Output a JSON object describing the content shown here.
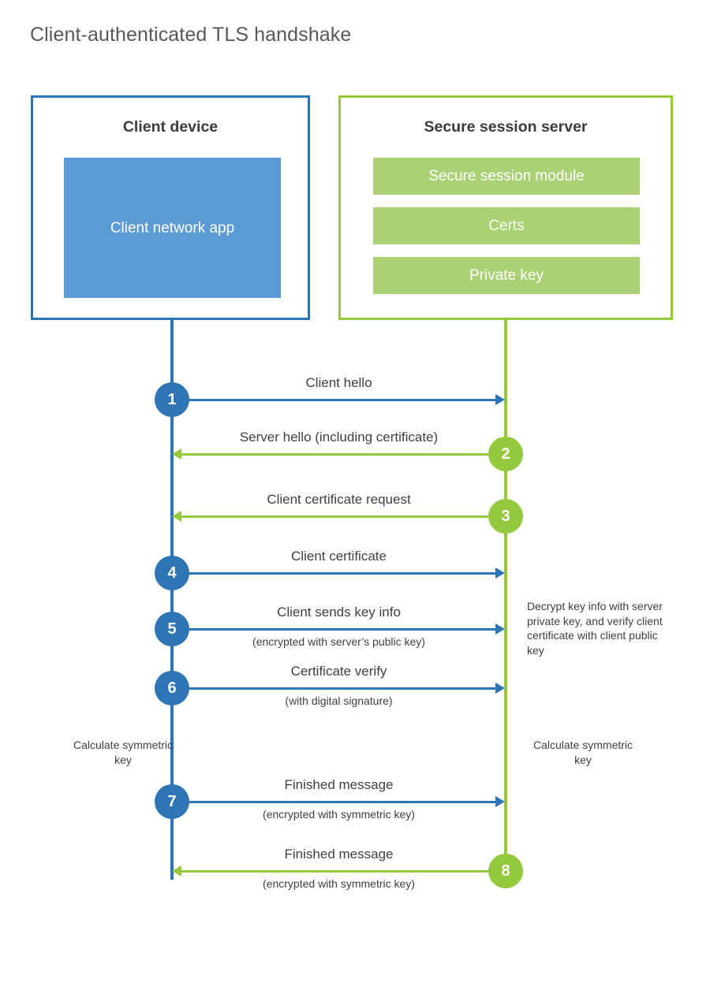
{
  "title": "Client-authenticated TLS handshake",
  "colors": {
    "client_blue": "#2e75b6",
    "client_app_fill": "#5b9bd5",
    "server_green": "#94c83d",
    "server_block_fill": "#aad173",
    "title_text": "#585858",
    "body_text": "#404040",
    "heading_text": "#3b3b3b"
  },
  "actors": {
    "client": {
      "title": "Client device",
      "blocks": [
        "Client network app"
      ]
    },
    "server": {
      "title": "Secure session server",
      "blocks": [
        "Secure session module",
        "Certs",
        "Private key"
      ]
    }
  },
  "steps": [
    {
      "number": "1",
      "label": "Client hello",
      "sublabel": "",
      "direction": "client-to-server",
      "color": "blue"
    },
    {
      "number": "2",
      "label": "Server hello (including certificate)",
      "sublabel": "",
      "direction": "server-to-client",
      "color": "green"
    },
    {
      "number": "3",
      "label": "Client certificate request",
      "sublabel": "",
      "direction": "server-to-client",
      "color": "green"
    },
    {
      "number": "4",
      "label": "Client certificate",
      "sublabel": "",
      "direction": "client-to-server",
      "color": "blue"
    },
    {
      "number": "5",
      "label": "Client sends key info",
      "sublabel": "(encrypted with server’s public key)",
      "direction": "client-to-server",
      "color": "blue"
    },
    {
      "number": "6",
      "label": "Certificate verify",
      "sublabel": "(with digital signature)",
      "direction": "client-to-server",
      "color": "blue"
    },
    {
      "number": "7",
      "label": "Finished message",
      "sublabel": "(encrypted with symmetric key)",
      "direction": "client-to-server",
      "color": "blue"
    },
    {
      "number": "8",
      "label": "Finished message",
      "sublabel": "(encrypted with symmetric key)",
      "direction": "server-to-client",
      "color": "green"
    }
  ],
  "notes": {
    "decrypt": "Decrypt key info with server private key, and verify client certificate with client public key",
    "calculate_symmetric_key_client": "Calculate symmetric key",
    "calculate_symmetric_key_server": "Calculate symmetric key"
  }
}
